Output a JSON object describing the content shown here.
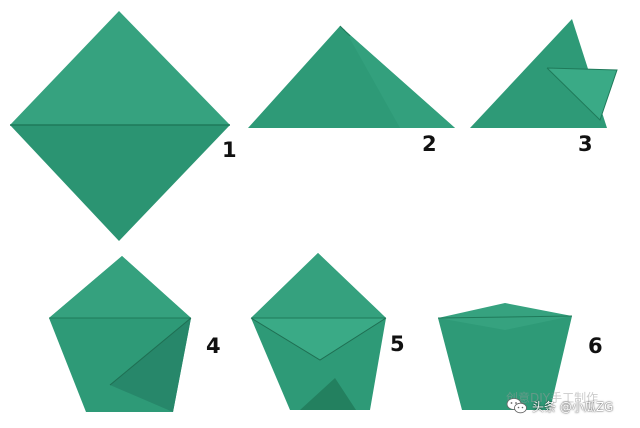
{
  "steps": [
    {
      "number": "1"
    },
    {
      "number": "2"
    },
    {
      "number": "3"
    },
    {
      "number": "4"
    },
    {
      "number": "5"
    },
    {
      "number": "6"
    }
  ],
  "watermark": {
    "text": "头条 @小瓜ZG",
    "background_text": "创意DIY手工制作",
    "icon": "wechat-icon"
  },
  "colors": {
    "paper_main": "#2e9a77",
    "paper_light": "#3aa784",
    "paper_dark": "#23805f",
    "crease": "#1f6f53"
  }
}
